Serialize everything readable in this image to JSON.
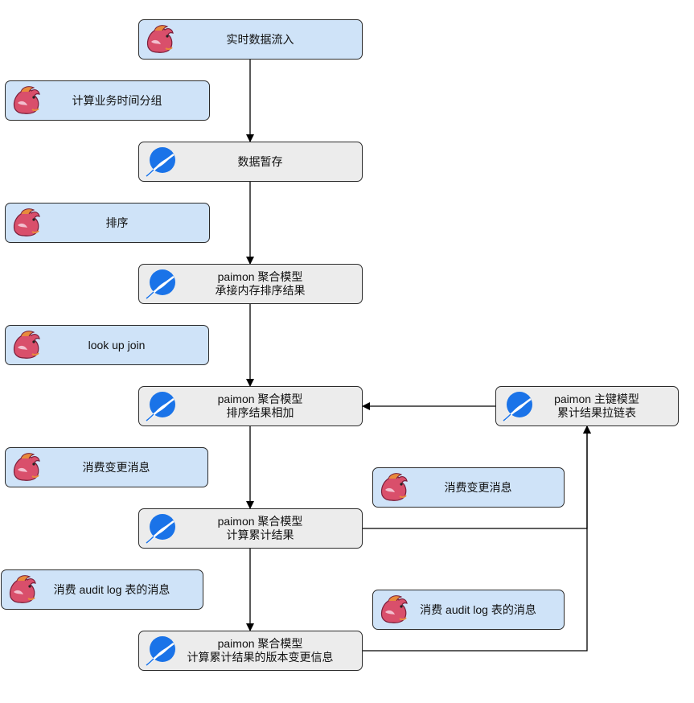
{
  "diagram": {
    "nodes": [
      {
        "id": "n1",
        "kind": "flink",
        "icon": "flink-squirrel-icon",
        "lines": [
          "实时数据流入"
        ]
      },
      {
        "id": "n2",
        "kind": "flink",
        "icon": "flink-squirrel-icon",
        "lines": [
          "计算业务时间分组"
        ]
      },
      {
        "id": "n3",
        "kind": "paimon",
        "icon": "paimon-icon",
        "lines": [
          "数据暂存"
        ]
      },
      {
        "id": "n4",
        "kind": "flink",
        "icon": "flink-squirrel-icon",
        "lines": [
          "排序"
        ]
      },
      {
        "id": "n5",
        "kind": "paimon",
        "icon": "paimon-icon",
        "lines": [
          "paimon 聚合模型",
          "承接内存排序结果"
        ]
      },
      {
        "id": "n6",
        "kind": "flink",
        "icon": "flink-squirrel-icon",
        "lines": [
          "look up join"
        ]
      },
      {
        "id": "n7",
        "kind": "paimon",
        "icon": "paimon-icon",
        "lines": [
          "paimon 聚合模型",
          "排序结果相加"
        ]
      },
      {
        "id": "n8",
        "kind": "paimon",
        "icon": "paimon-icon",
        "lines": [
          "paimon 主键模型",
          "累计结果拉链表"
        ]
      },
      {
        "id": "n9",
        "kind": "flink",
        "icon": "flink-squirrel-icon",
        "lines": [
          "消费变更消息"
        ]
      },
      {
        "id": "n10",
        "kind": "flink",
        "icon": "flink-squirrel-icon",
        "lines": [
          "消费变更消息"
        ]
      },
      {
        "id": "n11",
        "kind": "paimon",
        "icon": "paimon-icon",
        "lines": [
          "paimon 聚合模型",
          "计算累计结果"
        ]
      },
      {
        "id": "n12",
        "kind": "flink",
        "icon": "flink-squirrel-icon",
        "lines": [
          "消费 audit log 表的消息"
        ]
      },
      {
        "id": "n13",
        "kind": "flink",
        "icon": "flink-squirrel-icon",
        "lines": [
          "消费 audit log 表的消息"
        ]
      },
      {
        "id": "n14",
        "kind": "paimon",
        "icon": "paimon-icon",
        "lines": [
          "paimon 聚合模型",
          "计算累计结果的版本变更信息"
        ]
      }
    ],
    "edges": [
      {
        "from": "n1",
        "to": "n3"
      },
      {
        "from": "n3",
        "to": "n5"
      },
      {
        "from": "n5",
        "to": "n7"
      },
      {
        "from": "n7",
        "to": "n11"
      },
      {
        "from": "n11",
        "to": "n14"
      },
      {
        "from": "n8",
        "to": "n7"
      },
      {
        "from": "n11",
        "to": "n8"
      },
      {
        "from": "n14",
        "to": "n8"
      }
    ],
    "colors": {
      "flink_box": "#cfe3f8",
      "paimon_box": "#ececec",
      "border": "#2b2b2b",
      "edge": "#000000",
      "paimon_blue": "#1a73e8",
      "flink_body": "#d94f6b",
      "flink_accent": "#e88a3c"
    }
  }
}
